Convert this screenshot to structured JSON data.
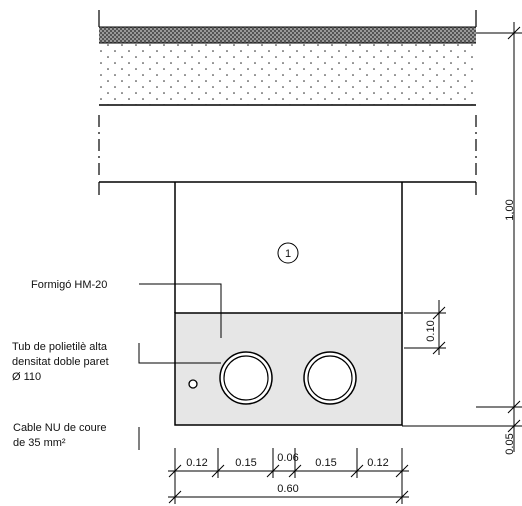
{
  "circle_marker": "1",
  "labels": {
    "concrete": "Formigó HM-20",
    "tube_line1": "Tub de polietilè alta",
    "tube_line2": "densitat doble paret",
    "tube_line3": "Ø 110",
    "cable_line1": "Cable NU de coure",
    "cable_line2": "de 35 mm²"
  },
  "dimensions": {
    "depth_total": "1,00",
    "depth_bottom": "0.05",
    "tube_height": "0.10",
    "segments": [
      "0.12",
      "0.15",
      "0.06",
      "0.15",
      "0.12"
    ],
    "total_width": "0.60"
  },
  "colors": {
    "line": "#000000",
    "concrete_fill": "#e6e6e6",
    "asphalt_fill": "#8c8c8c"
  }
}
